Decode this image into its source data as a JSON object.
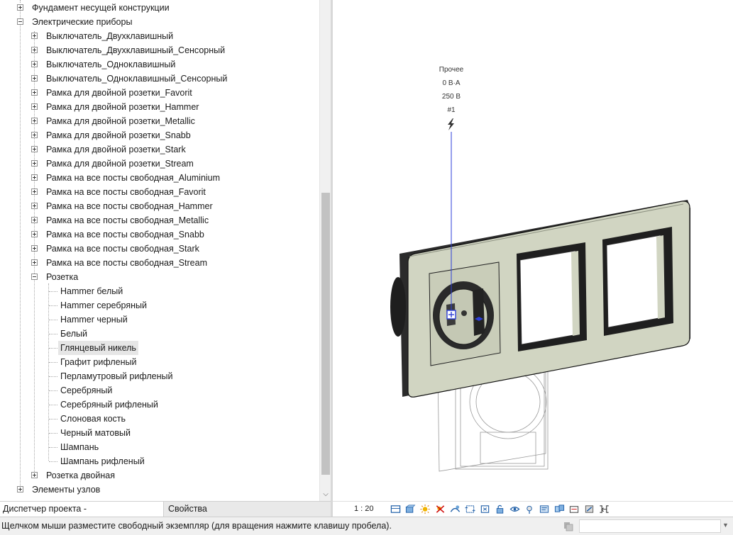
{
  "browser": {
    "items": [
      {
        "label": "Фундамент несущей конструкции",
        "level": 0,
        "toggle": "plus",
        "selected": false
      },
      {
        "label": "Электрические приборы",
        "level": 0,
        "toggle": "minus",
        "selected": false
      },
      {
        "label": "Выключатель_Двухклавишный",
        "level": 1,
        "toggle": "plus",
        "selected": false
      },
      {
        "label": "Выключатель_Двухклавишный_Сенсорный",
        "level": 1,
        "toggle": "plus",
        "selected": false
      },
      {
        "label": "Выключатель_Одноклавишный",
        "level": 1,
        "toggle": "plus",
        "selected": false
      },
      {
        "label": "Выключатель_Одноклавишный_Сенсорный",
        "level": 1,
        "toggle": "plus",
        "selected": false
      },
      {
        "label": "Рамка для двойной розетки_Favorit",
        "level": 1,
        "toggle": "plus",
        "selected": false
      },
      {
        "label": "Рамка для двойной розетки_Hammer",
        "level": 1,
        "toggle": "plus",
        "selected": false
      },
      {
        "label": "Рамка для двойной розетки_Metallic",
        "level": 1,
        "toggle": "plus",
        "selected": false
      },
      {
        "label": "Рамка для двойной розетки_Snabb",
        "level": 1,
        "toggle": "plus",
        "selected": false
      },
      {
        "label": "Рамка для двойной розетки_Stark",
        "level": 1,
        "toggle": "plus",
        "selected": false
      },
      {
        "label": "Рамка для двойной розетки_Stream",
        "level": 1,
        "toggle": "plus",
        "selected": false
      },
      {
        "label": "Рамка на все посты свободная_Aluminium",
        "level": 1,
        "toggle": "plus",
        "selected": false
      },
      {
        "label": "Рамка на все посты свободная_Favorit",
        "level": 1,
        "toggle": "plus",
        "selected": false
      },
      {
        "label": "Рамка на все посты свободная_Hammer",
        "level": 1,
        "toggle": "plus",
        "selected": false
      },
      {
        "label": "Рамка на все посты свободная_Metallic",
        "level": 1,
        "toggle": "plus",
        "selected": false
      },
      {
        "label": "Рамка на все посты свободная_Snabb",
        "level": 1,
        "toggle": "plus",
        "selected": false
      },
      {
        "label": "Рамка на все посты свободная_Stark",
        "level": 1,
        "toggle": "plus",
        "selected": false
      },
      {
        "label": "Рамка на все посты свободная_Stream",
        "level": 1,
        "toggle": "plus",
        "selected": false
      },
      {
        "label": "Розетка",
        "level": 1,
        "toggle": "minus",
        "selected": false
      },
      {
        "label": "Hammer белый",
        "level": 2,
        "toggle": "",
        "selected": false
      },
      {
        "label": "Hammer серебряный",
        "level": 2,
        "toggle": "",
        "selected": false
      },
      {
        "label": "Hammer черный",
        "level": 2,
        "toggle": "",
        "selected": false
      },
      {
        "label": "Белый",
        "level": 2,
        "toggle": "",
        "selected": false
      },
      {
        "label": "Глянцевый никель",
        "level": 2,
        "toggle": "",
        "selected": true
      },
      {
        "label": "Графит рифленый",
        "level": 2,
        "toggle": "",
        "selected": false
      },
      {
        "label": "Перламутровый рифленый",
        "level": 2,
        "toggle": "",
        "selected": false
      },
      {
        "label": "Серебряный",
        "level": 2,
        "toggle": "",
        "selected": false
      },
      {
        "label": "Серебряный рифленый",
        "level": 2,
        "toggle": "",
        "selected": false
      },
      {
        "label": "Слоновая кость",
        "level": 2,
        "toggle": "",
        "selected": false
      },
      {
        "label": "Черный матовый",
        "level": 2,
        "toggle": "",
        "selected": false
      },
      {
        "label": "Шампань",
        "level": 2,
        "toggle": "",
        "selected": false
      },
      {
        "label": "Шампань рифленый",
        "level": 2,
        "toggle": "",
        "selected": false
      },
      {
        "label": "Розетка двойная",
        "level": 1,
        "toggle": "plus",
        "selected": false
      },
      {
        "label": "Элементы узлов",
        "level": 0,
        "toggle": "plus",
        "selected": false
      }
    ]
  },
  "tabs": {
    "project_browser": "Диспетчер проекта - WERKEL_Проект",
    "properties": "Свойства"
  },
  "view": {
    "tag_lines": [
      "Прочее",
      "0 В·А",
      "250 В",
      "#1"
    ],
    "tag_symbol": "lightning-icon",
    "scale": "1 : 20",
    "control_icons": [
      "detail-level-icon",
      "visual-style-icon",
      "sun-path-icon",
      "shadows-icon",
      "render-icon",
      "crop-view-icon",
      "show-crop-icon",
      "unlock-3d-view-icon",
      "temporary-hide-icon",
      "reveal-hidden-icon",
      "temporary-view-properties-icon",
      "worksharing-display-icon",
      "analytical-model-icon",
      "highlight-displacement-icon",
      "constraints-icon"
    ],
    "model_color": "#d1d5c2"
  },
  "status": {
    "text": "Щелчком мыши разместите свободный экземпляр (для вращения нажмите клавишу пробела).",
    "workset_value": ""
  }
}
